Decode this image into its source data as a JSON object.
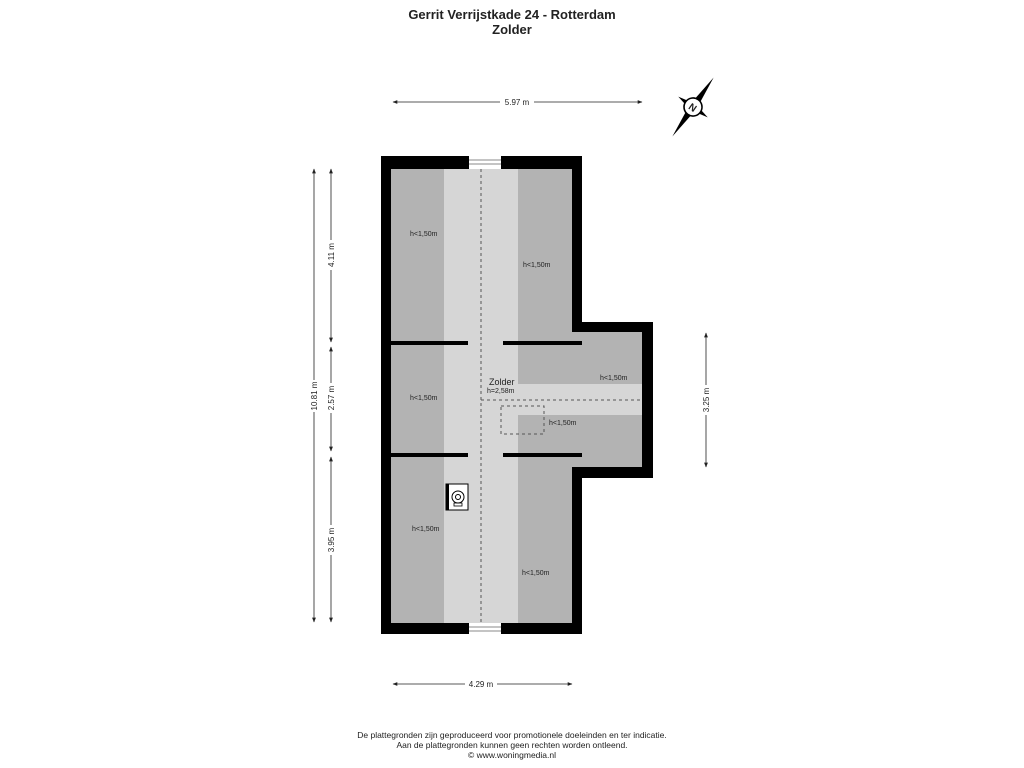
{
  "header": {
    "title": "Gerrit Verrijstkade 24 - Rotterdam",
    "floor": "Zolder"
  },
  "dimensions": {
    "top_width": "5.97 m",
    "bottom_width": "4.29 m",
    "total_length": "10.81 m",
    "segment_top": "4.11 m",
    "segment_middle": "2.57 m",
    "segment_bottom": "3.95 m",
    "extension_length": "3.25 m"
  },
  "rooms": {
    "main_name": "Zolder",
    "main_height": "h=2,58m",
    "low_top_left": "h<1,50m",
    "low_top_right": "h<1,50m",
    "low_mid_left": "h<1,50m",
    "low_ext_top": "h<1,50m",
    "low_ext_bottom": "h<1,50m",
    "low_bottom_left": "h<1,50m",
    "low_bottom_right": "h<1,50m"
  },
  "compass": {
    "label": "N"
  },
  "footer": {
    "line1": "De plattegronden zijn geproduceerd voor promotionele doeleinden en ter indicatie.",
    "line2": "Aan de plattegronden kunnen geen rechten worden ontleend.",
    "line3": "© www.woningmedia.nl"
  },
  "colors": {
    "wall": "#000000",
    "low_area": "#b3b3b3",
    "full_height_area": "#d6d6d6"
  }
}
